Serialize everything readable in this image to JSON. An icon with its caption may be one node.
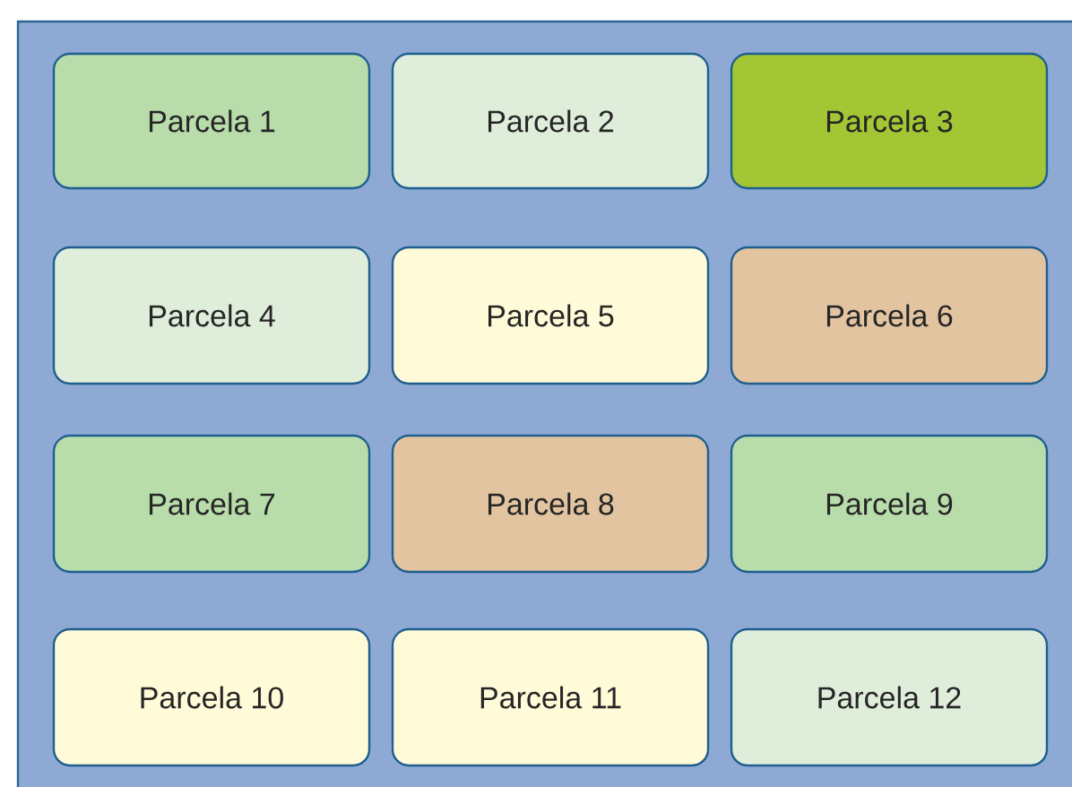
{
  "diagram": {
    "nodes": [
      {
        "text": [
          "Parcela 1"
        ]
      },
      {
        "text": [
          "Parcela 2"
        ]
      },
      {
        "text": [
          "Parcela 3"
        ]
      },
      {
        "text": [
          "Parcela 4"
        ]
      },
      {
        "text": [
          "Parcela 5"
        ]
      },
      {
        "text": [
          "Parcela 6"
        ]
      },
      {
        "text": [
          "Parcela 7"
        ]
      },
      {
        "text": [
          "Parcela 8"
        ]
      },
      {
        "text": [
          "Parcela 9"
        ]
      },
      {
        "text": [
          "Parcela 10"
        ]
      },
      {
        "text": [
          "Parcela 11"
        ]
      },
      {
        "text": [
          "Parcela 12"
        ]
      }
    ]
  }
}
